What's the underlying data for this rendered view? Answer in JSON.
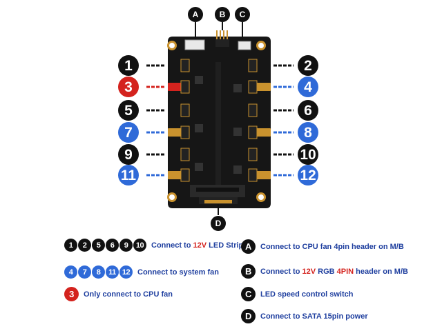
{
  "top_connectors": [
    {
      "letter": "A"
    },
    {
      "letter": "B"
    },
    {
      "letter": "C"
    }
  ],
  "bottom_connector": {
    "letter": "D"
  },
  "ports_left": [
    {
      "num": "1",
      "color": "black"
    },
    {
      "num": "3",
      "color": "red"
    },
    {
      "num": "5",
      "color": "black"
    },
    {
      "num": "7",
      "color": "blue"
    },
    {
      "num": "9",
      "color": "black"
    },
    {
      "num": "11",
      "color": "blue"
    }
  ],
  "ports_right": [
    {
      "num": "2",
      "color": "black"
    },
    {
      "num": "4",
      "color": "blue"
    },
    {
      "num": "6",
      "color": "black"
    },
    {
      "num": "8",
      "color": "blue"
    },
    {
      "num": "10",
      "color": "black"
    },
    {
      "num": "12",
      "color": "blue"
    }
  ],
  "colors": {
    "black": "#111111",
    "blue": "#2f6ad8",
    "red": "#d4231e",
    "board": "#161616",
    "gold": "#c9922e"
  },
  "legend_left": [
    {
      "balls": [
        "1",
        "2",
        "5",
        "6",
        "9",
        "10"
      ],
      "color": "black",
      "text_before": "Connect  to ",
      "highlight": "12V",
      "text_after": " LED Strip"
    },
    {
      "balls": [
        "4",
        "7",
        "8",
        "11",
        "12"
      ],
      "color": "blue",
      "text_before": "Connect  to system fan",
      "highlight": "",
      "text_after": ""
    },
    {
      "balls": [
        "3"
      ],
      "color": "red",
      "text_before": "Only connect to CPU fan",
      "highlight": "",
      "text_after": ""
    }
  ],
  "legend_right": [
    {
      "letter": "A",
      "parts": [
        "Connect  to CPU  fan 4pin header on M/B"
      ]
    },
    {
      "letter": "B",
      "parts": [
        "Connect to ",
        "12V",
        " RGB ",
        "4PIN",
        " header on M/B"
      ]
    },
    {
      "letter": "C",
      "parts": [
        "LED speed control switch"
      ]
    },
    {
      "letter": "D",
      "parts": [
        "Connect  to SATA 15pin power"
      ]
    }
  ]
}
